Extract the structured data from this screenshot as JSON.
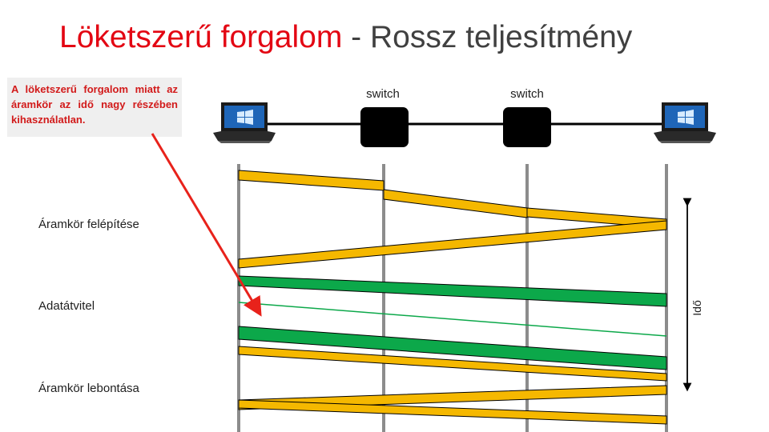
{
  "title": {
    "main": "Löketszerű forgalom",
    "sub": " - Rossz teljesítmény"
  },
  "note": "A löketszerű forgalom miatt az áramkör az idő nagy részében kihasználatlan.",
  "switches": [
    {
      "label": "switch"
    },
    {
      "label": "switch"
    }
  ],
  "phases": {
    "setup": "Áramkör felépítése",
    "transfer": "Adatátvitel",
    "teardown": "Áramkör lebontása"
  },
  "time_axis": "Idő",
  "colors": {
    "title_red": "#e30613",
    "title_gray": "#404040",
    "note_text": "#d21a1a",
    "note_bg": "#efefef",
    "control_signal": "#f5b800",
    "data_signal": "#0ca84a",
    "arrow": "#e8221b",
    "node_line": "#8c8c8c"
  },
  "icons": [
    "laptop-icon",
    "switch-icon",
    "switch-icon",
    "laptop-icon"
  ]
}
